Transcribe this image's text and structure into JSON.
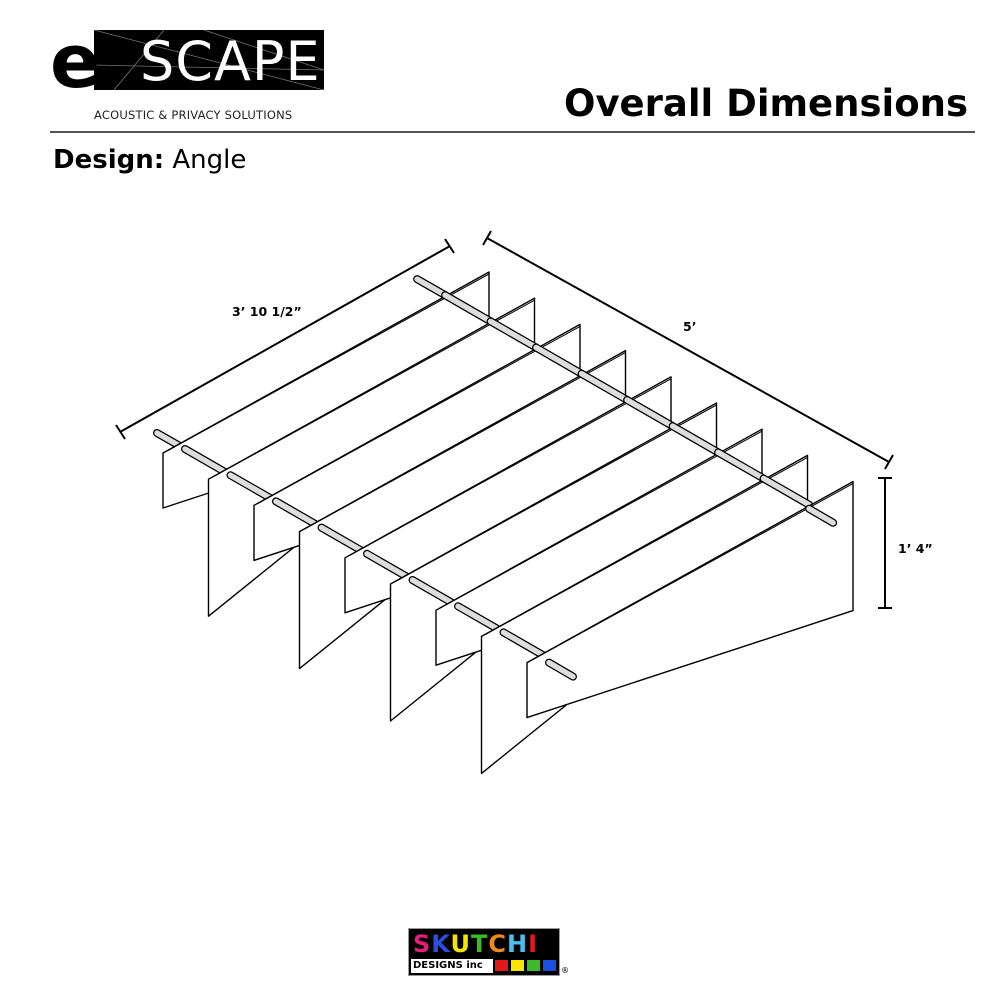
{
  "logo": {
    "brand": "eSCAPE",
    "tagline": "ACOUSTIC & PRIVACY SOLUTIONS"
  },
  "header": {
    "title": "Overall Dimensions"
  },
  "design": {
    "label": "Design:",
    "value": "Angle"
  },
  "dimensions": {
    "depth": "3’ 10 1/2”",
    "length": "5’",
    "height": "1’ 4”"
  },
  "footer_logo": {
    "brand": "SKUTCHI",
    "sub": "DESIGNS inc",
    "colors": [
      "#e01a1a",
      "#f5e600",
      "#3cba2c",
      "#1a4fe0"
    ]
  }
}
